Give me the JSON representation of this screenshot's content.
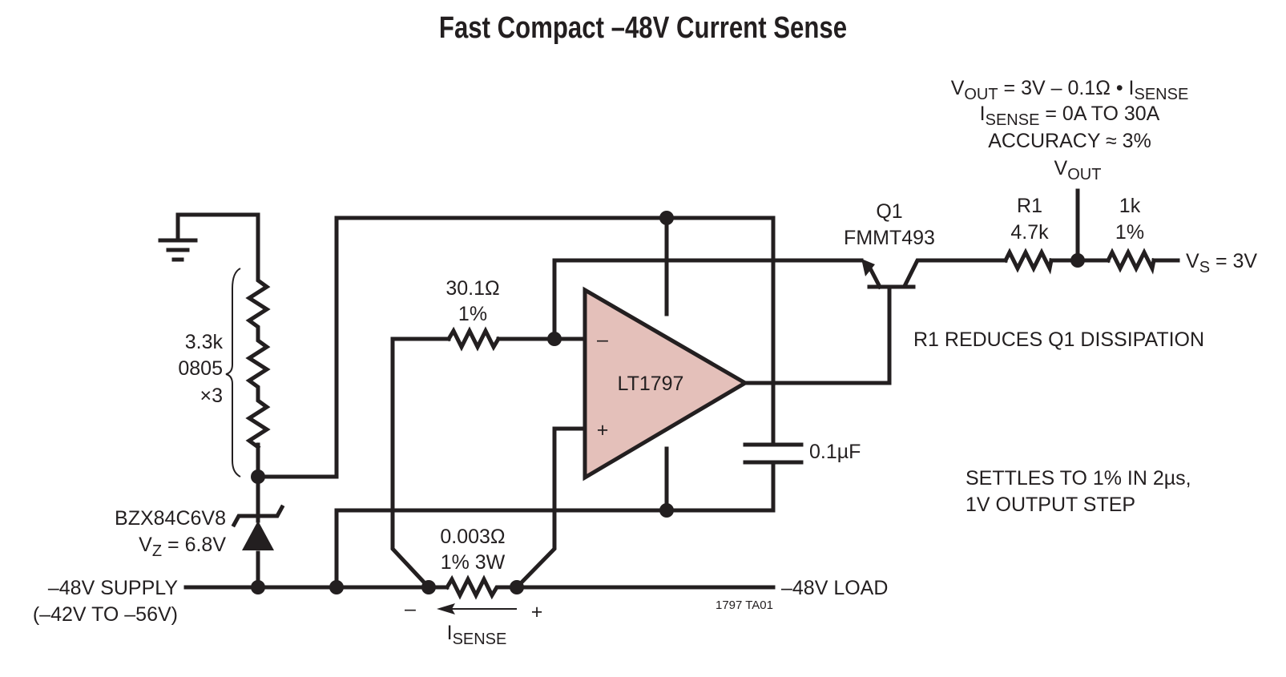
{
  "title": "Fast Compact –48V Current Sense",
  "colors": {
    "ink": "#231f20",
    "opamp_fill": "#e4c0ba",
    "background": "#ffffff"
  },
  "equations": {
    "vout_main": "V",
    "vout_sub": "OUT",
    "vout_rest": " = 3V – 0.1Ω • I",
    "vout_isense_sub": "SENSE",
    "isense_main": "I",
    "isense_sub": "SENSE",
    "isense_rest": " = 0A TO 30A",
    "accuracy": "ACCURACY ≈ 3%"
  },
  "nodes": {
    "vout_main": "V",
    "vout_sub": "OUT",
    "vs_main": "V",
    "vs_sub": "S",
    "vs_rest": " = 3V"
  },
  "components": {
    "divider_resistor": {
      "value": "3.3k",
      "package": "0805",
      "count": "×3"
    },
    "zener": {
      "part": "BZX84C6V8",
      "vz_main": "V",
      "vz_sub": "Z",
      "vz_rest": " = 6.8V"
    },
    "gain_resistor": {
      "value": "30.1Ω",
      "tolerance": "1%"
    },
    "opamp": {
      "part": "LT1797",
      "inv": "–",
      "noninv": "+"
    },
    "capacitor": {
      "value": "0.1µF"
    },
    "transistor": {
      "ref": "Q1",
      "part": "FMMT493"
    },
    "r1": {
      "ref": "R1",
      "value": "4.7k"
    },
    "load_resistor": {
      "value": "1k",
      "tolerance": "1%"
    },
    "sense_resistor": {
      "value": "0.003Ω",
      "rating": "1% 3W",
      "minus": "–",
      "plus": "+",
      "current_main": "I",
      "current_sub": "SENSE"
    }
  },
  "supply": {
    "label": "–48V SUPPLY",
    "range": "(–42V TO –56V)"
  },
  "load": {
    "label": "–48V LOAD"
  },
  "notes": {
    "r1_note": "R1 REDUCES Q1 DISSIPATION",
    "settle_line1": "SETTLES TO 1% IN 2µs,",
    "settle_line2": "1V OUTPUT STEP"
  },
  "figure_id": "1797 TA01"
}
